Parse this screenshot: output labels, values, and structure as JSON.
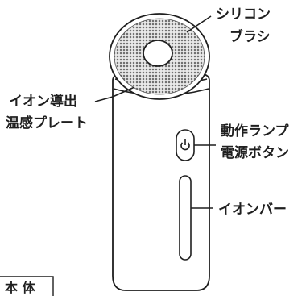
{
  "title": "本 体",
  "labels": {
    "brush_line1": "シリコン",
    "brush_line2": "ブラシ",
    "plate_line1": "イオン導出",
    "plate_line2": "温感プレート",
    "button_line1": "動作ランプ",
    "button_line2": "電源ボタン",
    "ion_bar": "イオンバー"
  },
  "icons": {
    "power_button": "power-icon"
  },
  "colors": {
    "ink": "#1f1f1f",
    "bristles": "#7a7a7a",
    "body_fill": "#ffffff"
  }
}
